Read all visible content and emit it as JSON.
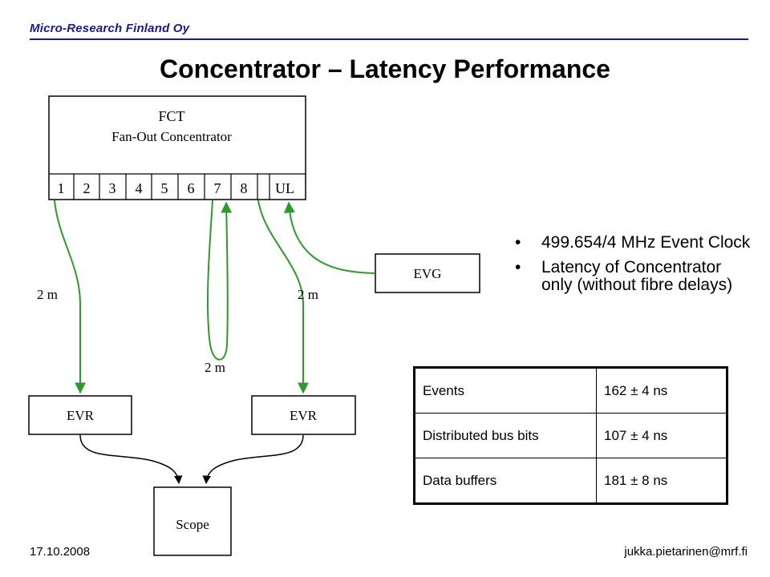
{
  "header": {
    "company": "Micro-Research Finland Oy",
    "title": "Concentrator – Latency Performance"
  },
  "diagram": {
    "fct_title": "FCT",
    "fct_subtitle": "Fan-Out Concentrator",
    "ports": [
      "1",
      "2",
      "3",
      "4",
      "5",
      "6",
      "7",
      "8",
      "UL"
    ],
    "evg_label": "EVG",
    "evr_left_label": "EVR",
    "evr_right_label": "EVR",
    "scope_label": "Scope",
    "cable_left": "2 m",
    "cable_middle": "2 m",
    "cable_right": "2 m",
    "cable_color": "#2e9a2e"
  },
  "bullets": [
    {
      "symbol": "•",
      "text": "499.654/4 MHz Event Clock"
    },
    {
      "symbol": "•",
      "text": "Latency of Concentrator only (without fibre delays)"
    }
  ],
  "latency_table": {
    "rows": [
      {
        "label": "Events",
        "value": "162 ± 4 ns"
      },
      {
        "label": "Distributed bus bits",
        "value": "107 ± 4 ns"
      },
      {
        "label": "Data buffers",
        "value": "181 ± 8 ns"
      }
    ]
  },
  "footer": {
    "date": "17.10.2008",
    "email": "jukka.pietarinen@mrf.fi"
  }
}
